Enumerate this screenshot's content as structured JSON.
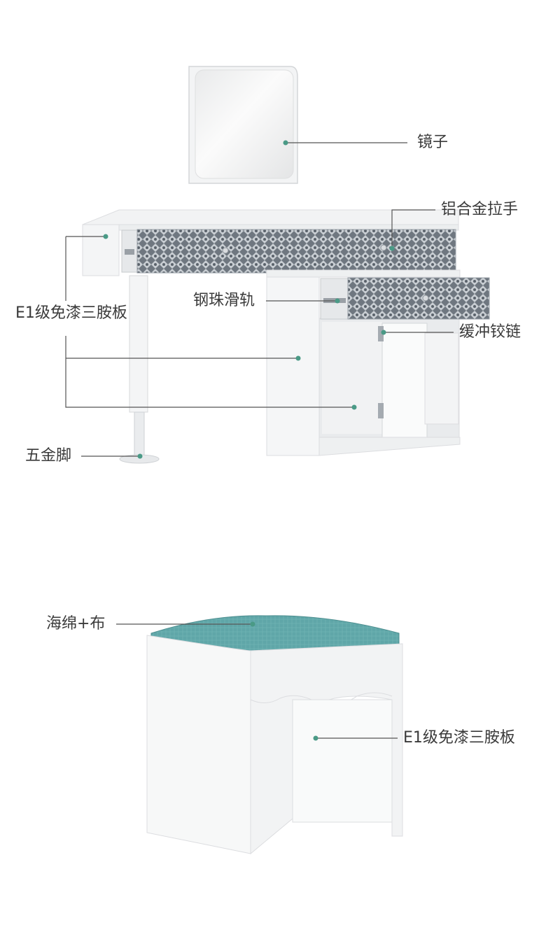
{
  "dressing_table": {
    "labels": {
      "mirror": "镜子",
      "handle": "铝合金拉手",
      "board": "E1级免漆三胺板",
      "slide_rail": "钢珠滑轨",
      "hinge": "缓冲铰链",
      "leg": "五金脚"
    }
  },
  "stool": {
    "labels": {
      "cushion": "海绵+布",
      "board": "E1级免漆三胺板"
    }
  },
  "colors": {
    "accent_dot": "#4a9a86",
    "cushion": "#5fa6a8",
    "drawer_pattern": "#7d8590",
    "white_panel": "#f6f7f8"
  }
}
